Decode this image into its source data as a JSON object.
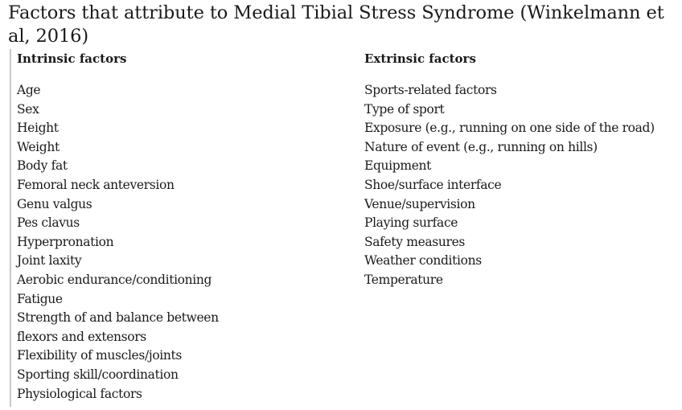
{
  "title": "Factors that attribute to Medial Tibial Stress Syndrome (Winkelmann et al, 2016)",
  "table": {
    "columns": [
      {
        "header": "Intrinsic factors",
        "items": [
          "Age",
          "Sex",
          "Height",
          "Weight",
          "Body fat",
          "Femoral neck anteversion",
          "Genu valgus",
          "Pes clavus",
          "Hyperpronation",
          "Joint laxity",
          "Aerobic endurance/conditioning",
          "Fatigue",
          "Strength of and balance between",
          "flexors and extensors",
          "Flexibility of muscles/joints",
          "Sporting skill/coordination",
          "Physiological factors"
        ]
      },
      {
        "header": "Extrinsic factors",
        "items": [
          "Sports-related factors",
          "Type of sport",
          "Exposure (e.g., running on one side of the road)",
          "Nature of event (e.g., running on hills)",
          "Equipment",
          "Shoe/surface interface",
          "Venue/supervision",
          "Playing surface",
          "Safety measures",
          "Weather conditions",
          "Temperature"
        ]
      }
    ]
  }
}
